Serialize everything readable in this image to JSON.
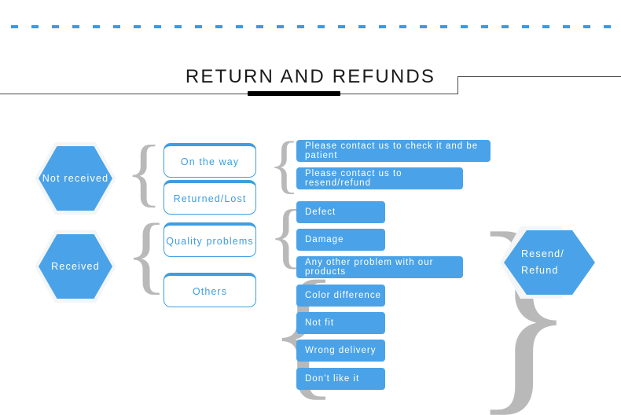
{
  "header": {
    "title": "RETURN  AND  REFUNDS",
    "accent_color": "#4aa3e8",
    "rule_color": "#4a4a4a",
    "underline_color": "#000000",
    "dotted_rule_color": "#3d9ae2"
  },
  "flow": {
    "stage1": [
      {
        "label": "Not  received"
      },
      {
        "label": "Received"
      }
    ],
    "stage2": [
      {
        "label": "On  the  way"
      },
      {
        "label": "Returned/Lost"
      },
      {
        "label": "Quality  problems"
      },
      {
        "label": "Others"
      }
    ],
    "stage3": [
      {
        "label": "Please  contact  us  to  check  it  and  be  patient"
      },
      {
        "label": "Please  contact  us  to  resend/refund"
      },
      {
        "label": "Defect"
      },
      {
        "label": "Damage"
      },
      {
        "label": "Any  other  problem  with  our  products"
      },
      {
        "label": "Color  difference"
      },
      {
        "label": "Not  fit"
      },
      {
        "label": "Wrong  delivery"
      },
      {
        "label": "Don’t  like  it"
      }
    ],
    "stage4": {
      "line1": "Resend/",
      "line2": "Refund"
    },
    "brace_glyph": "{",
    "brace_glyph_right": "}"
  }
}
